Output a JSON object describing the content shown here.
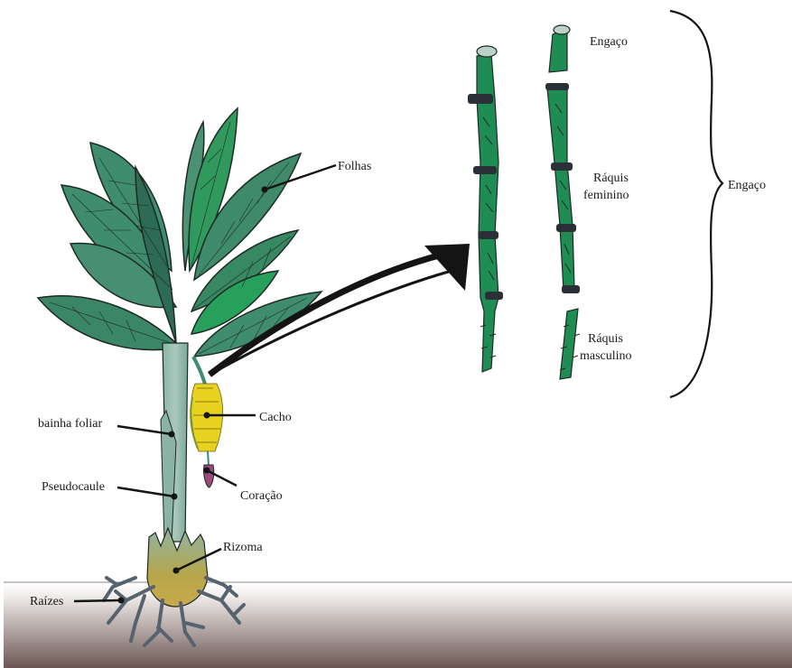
{
  "labels": {
    "folhas": "Folhas",
    "bainha_foliar": "bainha foliar",
    "pseudocaule": "Pseudocaule",
    "cacho": "Cacho",
    "coracao": "Coração",
    "rizoma": "Rizoma",
    "raizes": "Raízes",
    "engaco_top": "Engaço",
    "raquis_feminino_1": "Ráquis",
    "raquis_feminino_2": "feminino",
    "raquis_masculino_1": "Ráquis",
    "raquis_masculino_2": "masculino",
    "engaco_brace": "Engaço"
  },
  "colors": {
    "leaf": "#3f8c6e",
    "leaf_dark": "#2c6e55",
    "leaf_light": "#5aa487",
    "stalk": "#1f8c54",
    "stalk_band": "#2a2f38",
    "pseudostem": "#7eb0a2",
    "rhizome": "#b7a64a",
    "banana": "#e8d21f",
    "heart": "#9a4a7c",
    "roots": "#56636e",
    "soil_top": "#f4f1f0",
    "soil_bottom": "#6f5a56"
  }
}
